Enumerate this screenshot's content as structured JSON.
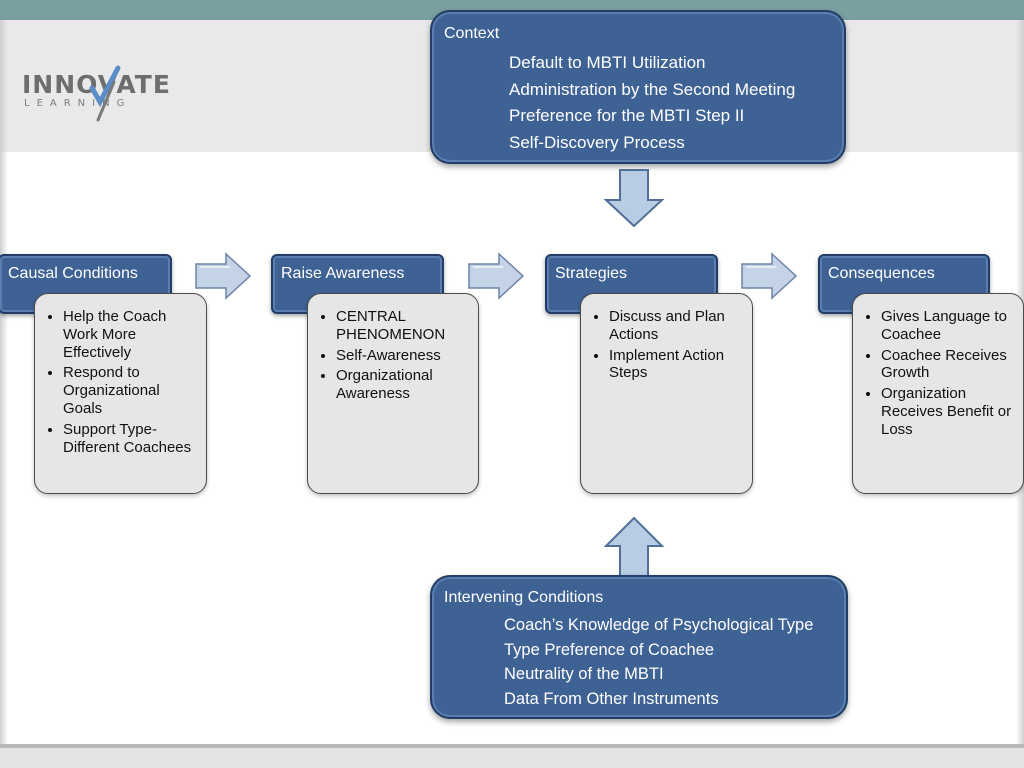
{
  "logo": {
    "word": "INNOVATE",
    "sub": "LEARNING"
  },
  "context": {
    "title": "Context",
    "items": [
      "Default to MBTI Utilization",
      "Administration by the Second Meeting",
      "Preference for the MBTI Step II",
      "Self-Discovery Process"
    ]
  },
  "columns": [
    {
      "header": "Causal Conditions",
      "items": [
        "Help the Coach Work More Effectively",
        "Respond to Organizational Goals",
        "Support Type-Different Coachees"
      ]
    },
    {
      "header": "Raise Awareness",
      "items": [
        "CENTRAL PHENOMENON",
        "Self-Awareness",
        "Organizational Awareness"
      ]
    },
    {
      "header": "Strategies",
      "items": [
        "Discuss and Plan Actions",
        "Implement Action Steps"
      ]
    },
    {
      "header": "Consequences",
      "items": [
        "Gives Language to Coachee",
        "Coachee Receives Growth",
        "Organization Receives Benefit or Loss"
      ]
    }
  ],
  "intervening": {
    "title": "Intervening Conditions",
    "items": [
      "Coach’s Knowledge of Psychological Type",
      "Type Preference of Coachee",
      "Neutrality of the MBTI",
      "Data From Other Instruments"
    ]
  },
  "colors": {
    "box_blue": "#3f6295",
    "box_border": "#223e66",
    "card_gray": "#e6e6e6",
    "arrow_fill": "#b8cce4",
    "header_band": "#7a9fa0"
  }
}
